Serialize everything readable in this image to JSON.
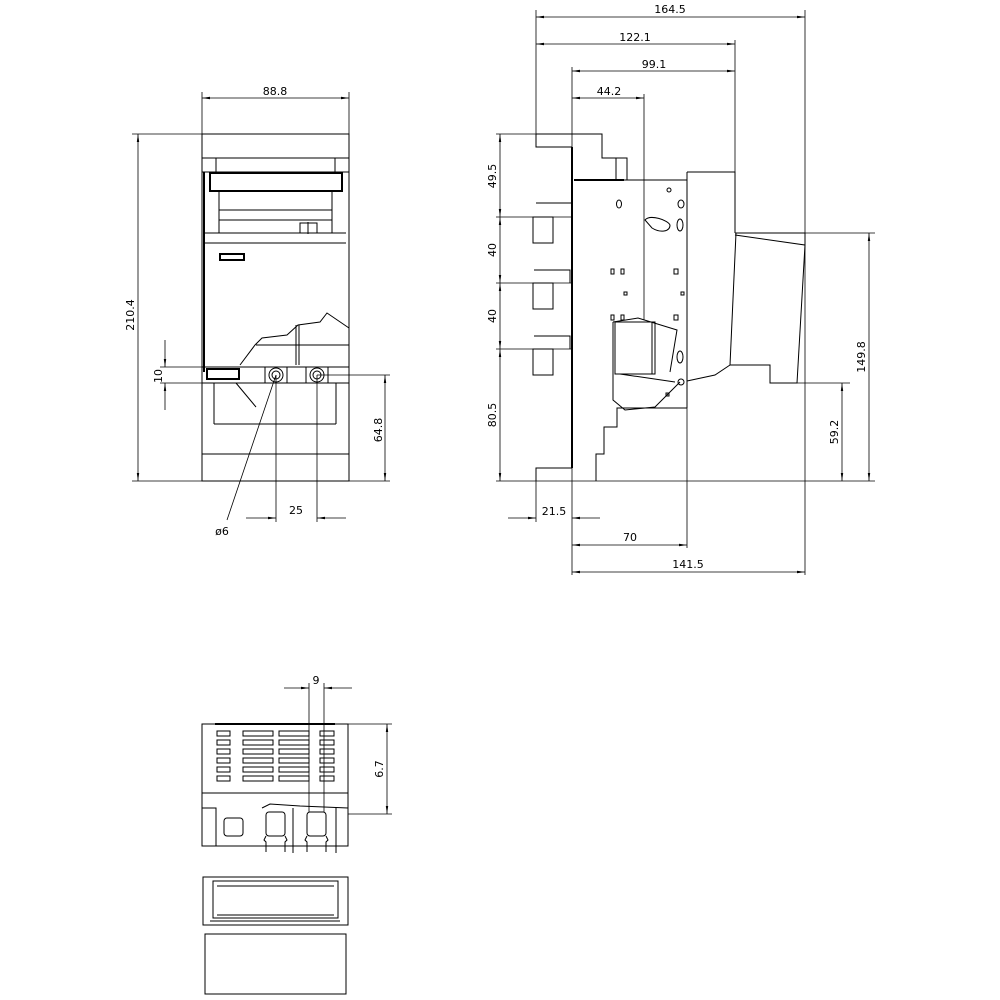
{
  "drawing": {
    "type": "technical-dimension-drawing",
    "line_color": "#000000",
    "background": "#ffffff",
    "units": "mm"
  },
  "front_view": {
    "width": "88.8",
    "height": "210.4",
    "terminal_height": "10",
    "terminal_offset": "64.8",
    "terminal_pitch": "25",
    "hole_diameter": "ø6"
  },
  "side_view": {
    "overall_depth": "164.5",
    "depth_2": "122.1",
    "depth_3": "99.1",
    "depth_4": "44.2",
    "rail_spacing_1": "49.5",
    "rail_spacing_2": "40",
    "rail_spacing_3": "40",
    "rail_spacing_4": "80.5",
    "rail_offset": "21.5",
    "depth_70": "70",
    "depth_141": "141.5",
    "height_149": "149.8",
    "height_59": "59.2"
  },
  "top_view": {
    "slot_width": "9",
    "height": "6.7"
  }
}
